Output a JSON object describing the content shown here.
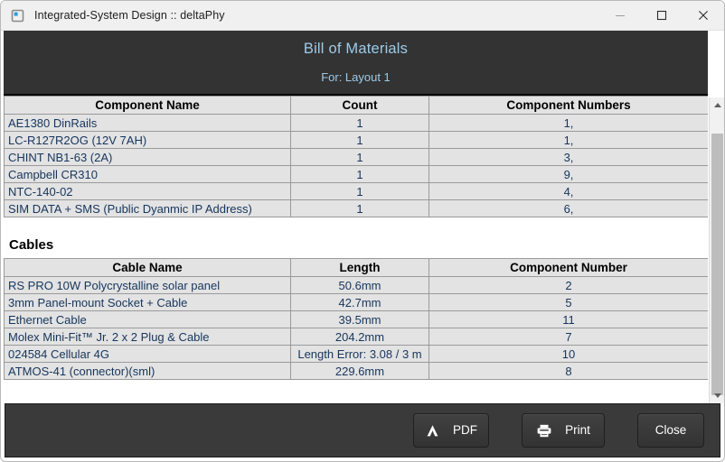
{
  "window": {
    "title": "Integrated-System Design :: deltaPhy",
    "icon": "app-window-icon",
    "controls": {
      "minimize": "minimize-icon",
      "maximize": "maximize-icon",
      "close": "close-icon"
    }
  },
  "report": {
    "title": "Bill of Materials",
    "subtitle": "For: Layout 1",
    "title_color": "#9ecbe8",
    "header_bg": "#333333"
  },
  "components_table": {
    "headers": [
      "Component Name",
      "Count",
      "Component Numbers"
    ],
    "rows": [
      {
        "name": "AE1380 DinRails",
        "count": "1",
        "numbers": "1,"
      },
      {
        "name": "LC-R127R2OG (12V 7AH)",
        "count": "1",
        "numbers": "1,"
      },
      {
        "name": "CHINT NB1-63 (2A)",
        "count": "1",
        "numbers": "3,"
      },
      {
        "name": "Campbell CR310",
        "count": "1",
        "numbers": "9,"
      },
      {
        "name": "NTC-140-02",
        "count": "1",
        "numbers": "4,"
      },
      {
        "name": "SIM DATA + SMS (Public Dyanmic IP Address)",
        "count": "1",
        "numbers": "6,"
      }
    ]
  },
  "cables_section": {
    "heading": "Cables",
    "headers": [
      "Cable Name",
      "Length",
      "Component Number"
    ],
    "rows": [
      {
        "name": "RS PRO 10W Polycrystalline solar panel",
        "length": "50.6mm",
        "number": "2",
        "error": false
      },
      {
        "name": "3mm Panel-mount Socket + Cable",
        "length": "42.7mm",
        "number": "5",
        "error": false
      },
      {
        "name": "Ethernet Cable",
        "length": "39.5mm",
        "number": "11",
        "error": false
      },
      {
        "name": "Molex Mini-Fit™ Jr. 2 x 2 Plug & Cable",
        "length": "204.2mm",
        "number": "7",
        "error": false
      },
      {
        "name": "024584 Cellular 4G",
        "length": "Length Error: 3.08 / 3 m",
        "number": "10",
        "error": true
      },
      {
        "name": "ATMOS-41 (connector)(sml)",
        "length": "229.6mm",
        "number": "8",
        "error": false
      }
    ],
    "error_color": "#ff2a2a"
  },
  "scrollbar": {
    "up_arrow": "scroll-up-arrow-icon",
    "down_arrow": "scroll-down-arrow-icon"
  },
  "buttons": {
    "pdf": {
      "label": "PDF",
      "icon": "pdf-icon"
    },
    "print": {
      "label": "Print",
      "icon": "printer-icon"
    },
    "close": {
      "label": "Close"
    }
  }
}
